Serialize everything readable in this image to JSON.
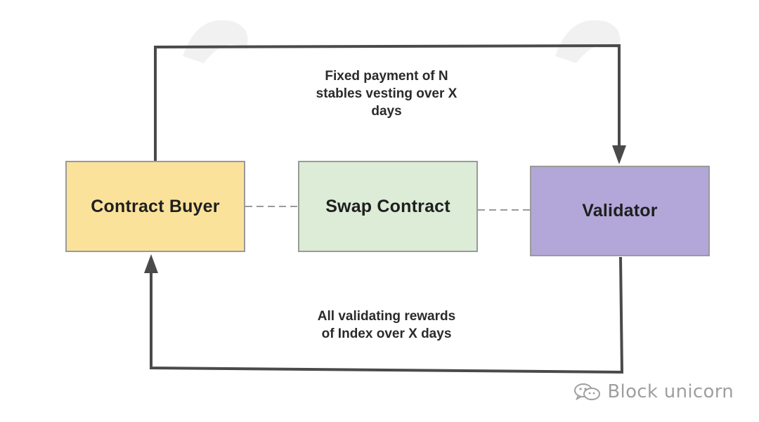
{
  "nodes": {
    "contract_buyer": {
      "label": "Contract Buyer",
      "fill": "#fbe29b"
    },
    "swap_contract": {
      "label": "Swap Contract",
      "fill": "#dcecd6"
    },
    "validator": {
      "label": "Validator",
      "fill": "#b2a7d8"
    }
  },
  "edges": {
    "top": {
      "label": "Fixed payment of N\nstables vesting over X\ndays",
      "from": "Contract Buyer",
      "to": "Validator"
    },
    "bottom": {
      "label": "All validating rewards\nof Index over X days",
      "from": "Validator",
      "to": "Contract Buyer"
    }
  },
  "colors": {
    "edge_line": "#4a4a4a",
    "dashed_link": "#9a9a9a",
    "box_border": "#9a9a9a"
  },
  "watermark": {
    "icon": "wechat-icon",
    "text": "Block unicorn"
  }
}
